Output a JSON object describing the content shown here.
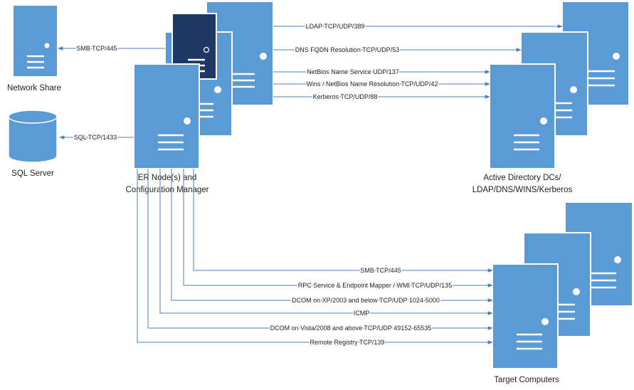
{
  "nodes": {
    "network_share": "Network Share",
    "sql_server": "SQL Server",
    "er_node_line1": "ER Node(s) and",
    "er_node_line2": "Configuration Manager",
    "ad_line1": "Active Directory DCs/",
    "ad_line2": "LDAP/DNS/WINS/Kerberos",
    "target": "Target Computers"
  },
  "links": {
    "smb_share": "SMB TCP/445",
    "sql": "SQL TCP/1433",
    "ldap": "LDAP TCP/UDP/389",
    "dns": "DNS FQDN Resolution TCP/UDP/53",
    "netbios": "NetBios Name Service  UDP/137",
    "wins": "Wins / NetBios Name Resolution  TCP/UDP/42",
    "kerberos": "Kerberos  TCP/UDP/88",
    "smb_target": "SMB TCP/445",
    "rpc": "RPC Service & Endpoint Mapper / WMI TCP/UDP/135",
    "dcom_xp": "DCOM on XP/2003 and below TCP/UDP 1024-5000",
    "icmp": "ICMP",
    "dcom_vista": "DCOM on Vista/2008 and above TCP/UDP 49152-65535",
    "remote_registry": "Remote Registry TCP/139"
  },
  "colors": {
    "server": "#5b9bd5",
    "server_dark": "#1f3864",
    "link": "#4a7ebb"
  }
}
